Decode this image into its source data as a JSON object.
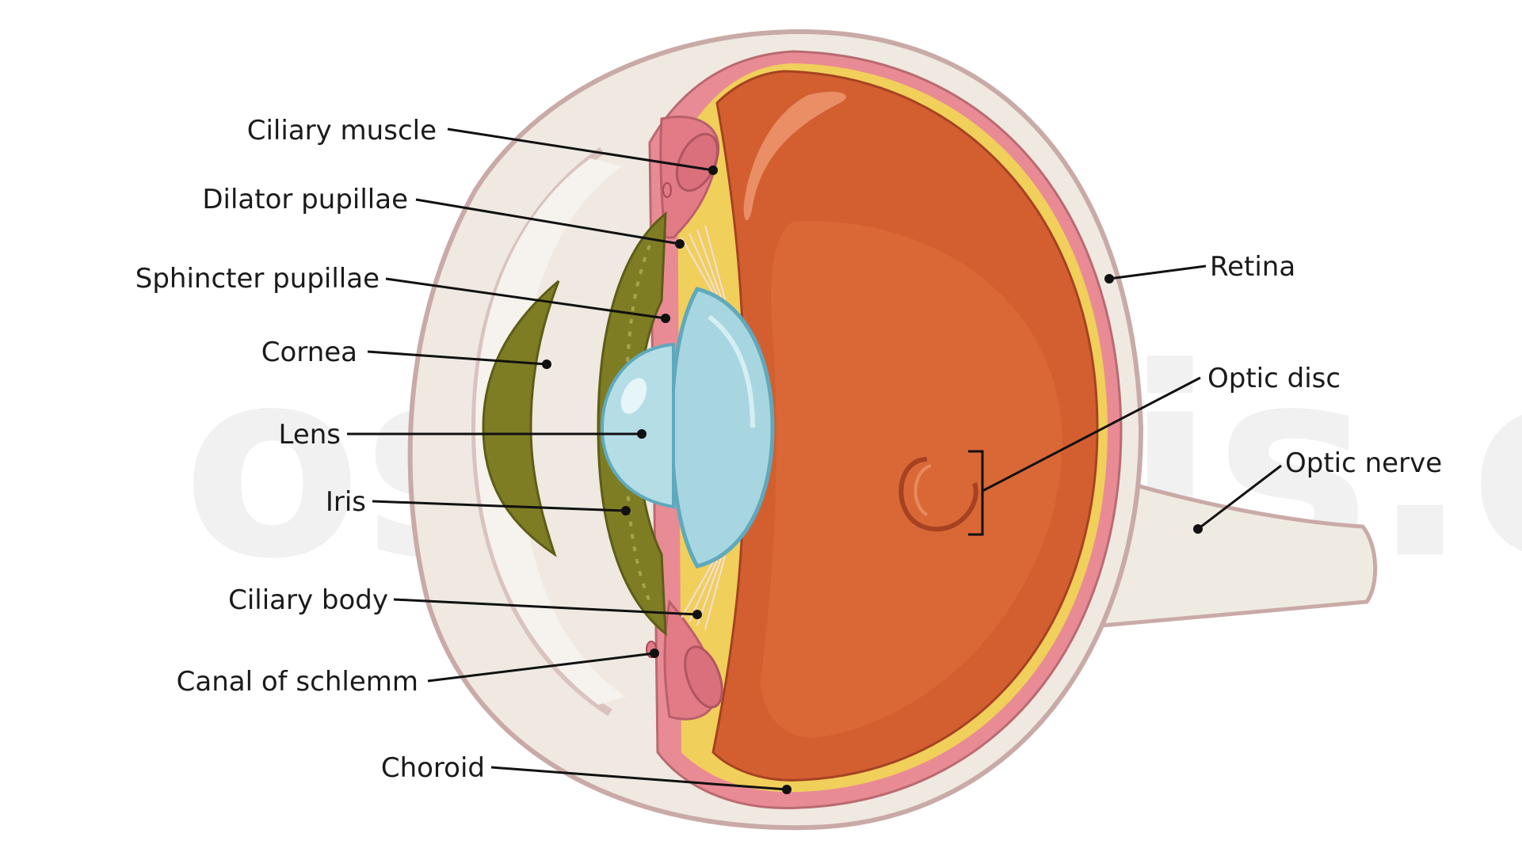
{
  "watermark": "osmosis.org",
  "labels": {
    "ciliary_muscle": "Ciliary muscle",
    "dilator_pupillae": "Dilator pupillae",
    "sphincter_pupillae": "Sphincter pupillae",
    "cornea": "Cornea",
    "lens": "Lens",
    "iris": "Iris",
    "ciliary_body": "Ciliary body",
    "canal_of_schlemm": "Canal of schlemm",
    "choroid": "Choroid",
    "retina": "Retina",
    "optic_disc": "Optic disc",
    "optic_nerve": "Optic nerve"
  },
  "colors": {
    "sclera": "#efe9e1",
    "sclera_outline": "#c9aaa7",
    "choroid": "#e98b94",
    "retina": "#f0cf5a",
    "vitreous": "#d35f31",
    "iris": "#7e7d24",
    "lens": "#a8d6e0",
    "cornea_line": "#c9aaa7"
  }
}
